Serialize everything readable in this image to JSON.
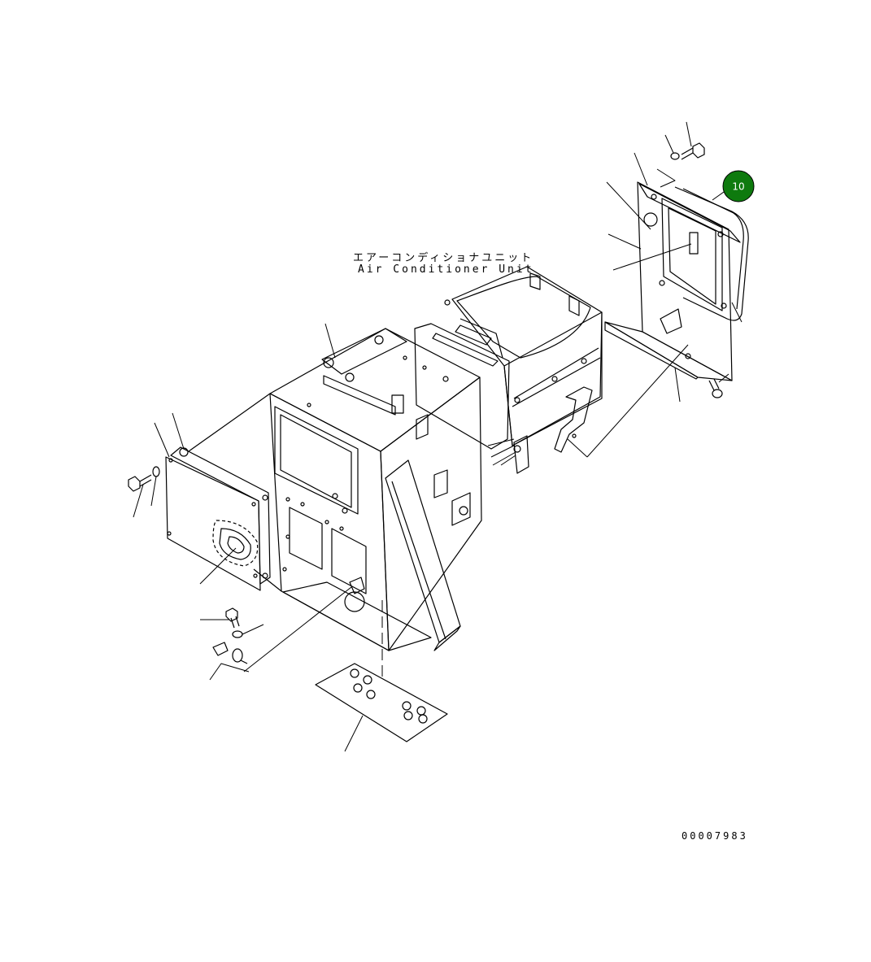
{
  "labels": {
    "unit_jp": "エアーコンディショナユニット",
    "unit_en": "Air Conditioner Unit",
    "drawing_no": "00007983"
  },
  "callout": {
    "number": "10",
    "color": "#0e7a0e"
  }
}
